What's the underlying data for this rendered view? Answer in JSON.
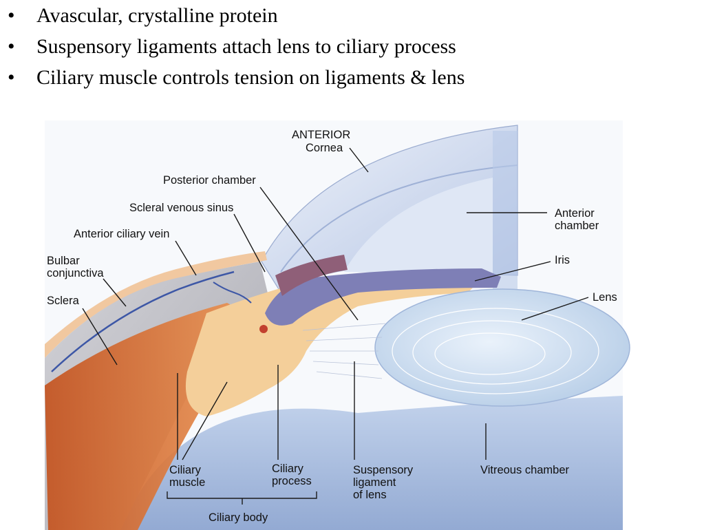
{
  "bullets": [
    "Avascular, crystalline protein",
    "Suspensory ligaments attach lens to ciliary process",
    "Ciliary muscle controls tension on ligaments & lens"
  ],
  "bullet_symbol": "•",
  "labels": {
    "anterior": "ANTERIOR",
    "cornea": "Cornea",
    "posterior_chamber": "Posterior chamber",
    "scleral_venous_sinus": "Scleral venous sinus",
    "anterior_ciliary_vein": "Anterior ciliary vein",
    "bulbar_conjunctiva": [
      "Bulbar",
      "conjunctiva"
    ],
    "sclera": "Sclera",
    "anterior_chamber": [
      "Anterior",
      "chamber"
    ],
    "iris": "Iris",
    "lens": "Lens",
    "ciliary_muscle": [
      "Ciliary",
      "muscle"
    ],
    "ciliary_process": [
      "Ciliary",
      "process"
    ],
    "suspensory_ligament": [
      "Suspensory",
      "ligament",
      "of lens"
    ],
    "vitreous_chamber": "Vitreous chamber",
    "ciliary_body": "Ciliary body"
  },
  "colors": {
    "cornea": "#c7d3ea",
    "vitreous": "#9fb6d9",
    "lens": "#cfe0f2",
    "sclera": "#bfbfc4",
    "ciliary_muscle": "#d8662c",
    "ciliary_tissue": "#f4cf9a",
    "iris": "#7e7fb6",
    "vein": "#3d57a6",
    "blood": "#c2402e"
  }
}
